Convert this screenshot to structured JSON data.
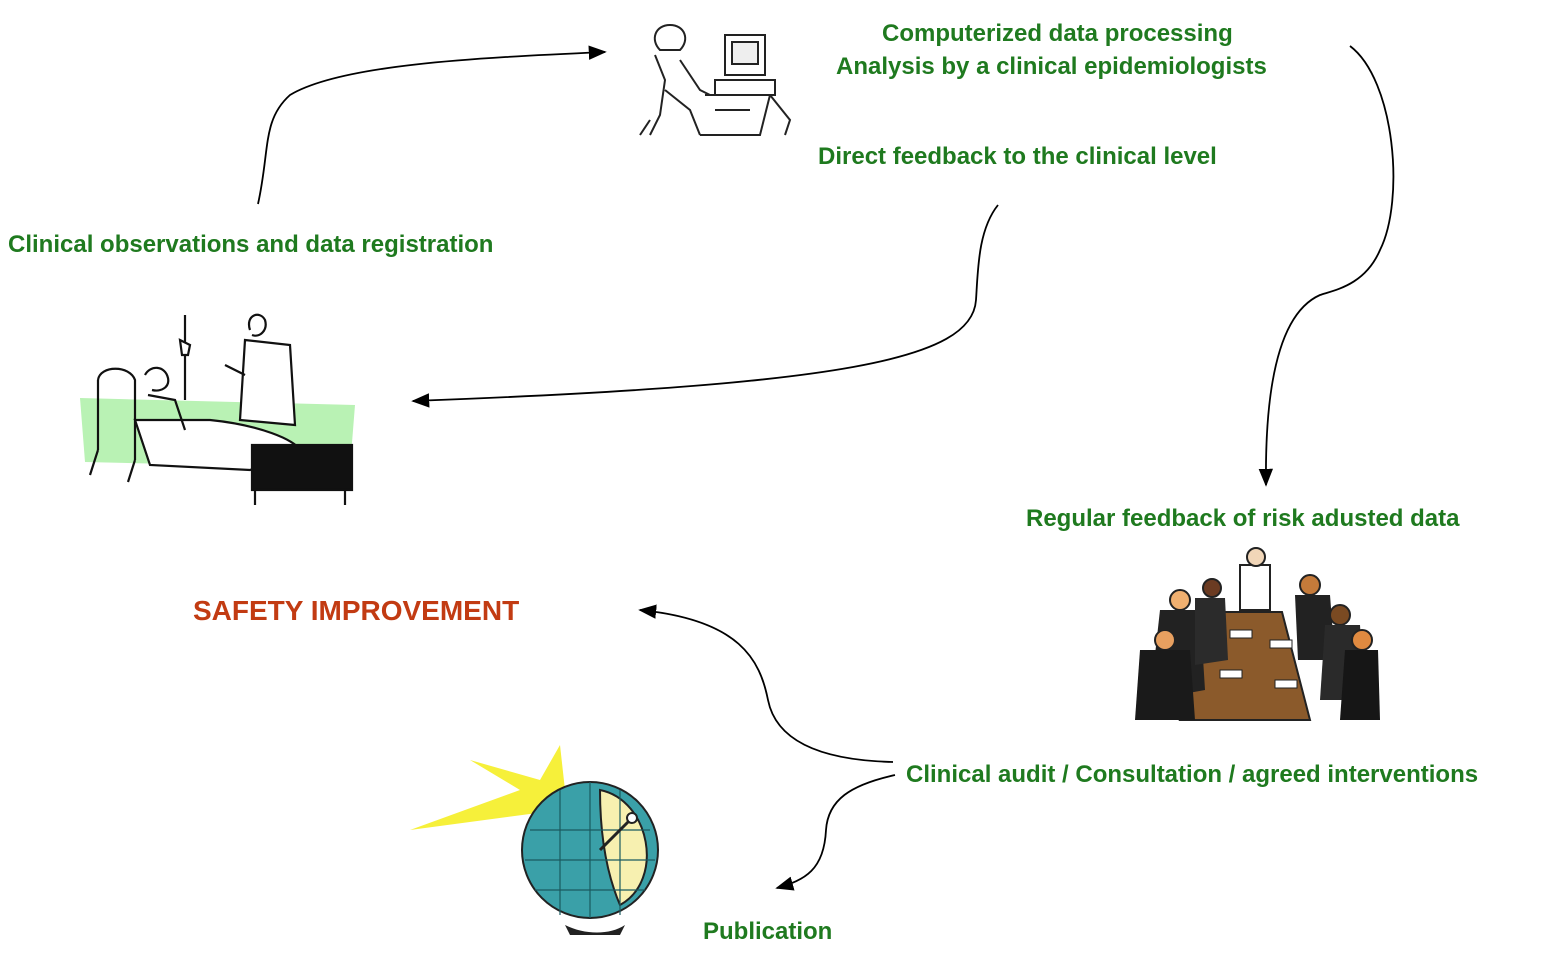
{
  "labels": {
    "computerized": "Computerized data processing",
    "analysis": "Analysis by a clinical epidemiologists",
    "direct_feedback": "Direct feedback to the clinical level",
    "clinical_observations": "Clinical observations and data registration",
    "regular_feedback": "Regular feedback of risk adusted data",
    "safety_improvement": "SAFETY IMPROVEMENT",
    "clinical_audit": "Clinical audit / Consultation / agreed interventions",
    "publication": "Publication"
  },
  "colors": {
    "label_green": "#1f7a1f",
    "headline_red": "#c23b12",
    "arrow": "#000000",
    "bed_backdrop": "#b9f2b4",
    "globe": "#3aa0a8",
    "sun": "#f6f03a"
  },
  "icons": [
    "computer-worker-icon",
    "hospital-bed-icon",
    "meeting-table-icon",
    "globe-dish-icon"
  ]
}
